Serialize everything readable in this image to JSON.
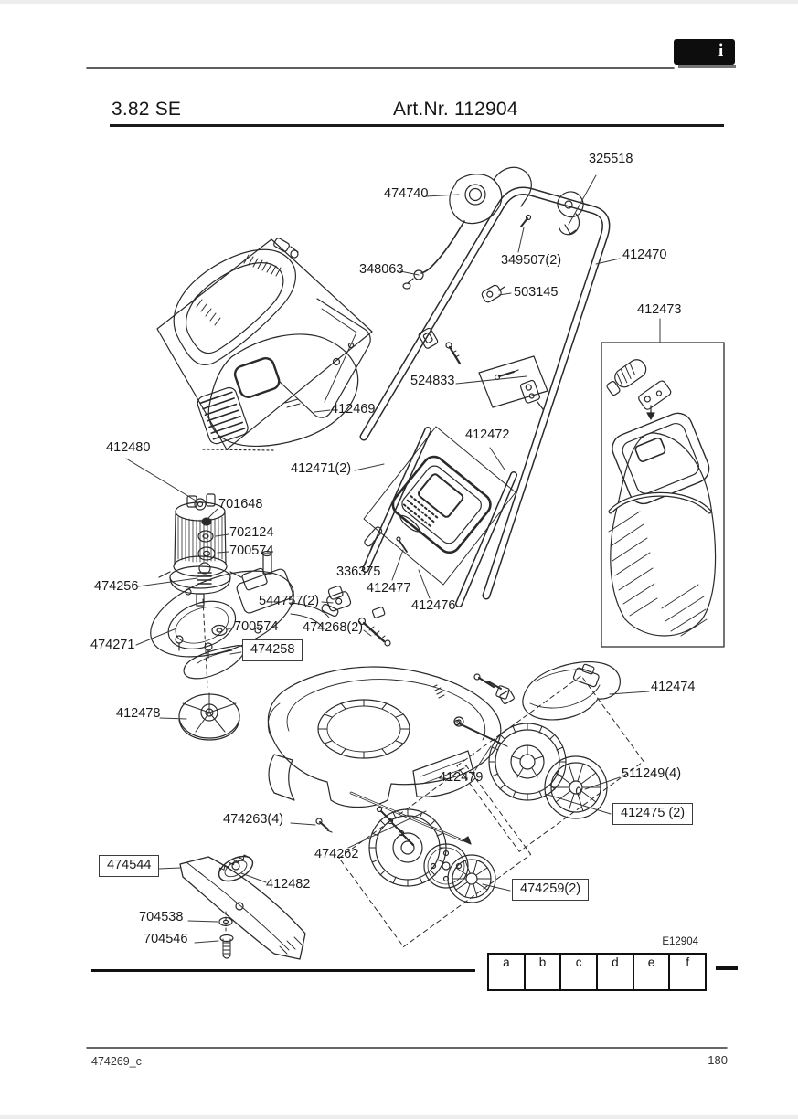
{
  "header": {
    "model": "3.82 SE",
    "art_nr": "Art.Nr. 112904"
  },
  "toolbar_icon": {
    "name": "gears-info-icon",
    "glyph_info": "i"
  },
  "legend": {
    "code": "E12904",
    "cells": [
      "a",
      "b",
      "c",
      "d",
      "e",
      "f"
    ]
  },
  "footer": {
    "document_code": "474269_c",
    "page_number": "180"
  },
  "diagram": {
    "labels": [
      {
        "id": "325518",
        "text": "325518",
        "boxed": false
      },
      {
        "id": "474740",
        "text": "474740",
        "boxed": false
      },
      {
        "id": "348063",
        "text": "348063",
        "boxed": false
      },
      {
        "id": "349507",
        "text": "349507(2)",
        "boxed": false
      },
      {
        "id": "412470",
        "text": "412470",
        "boxed": false
      },
      {
        "id": "503145",
        "text": "503145",
        "boxed": false
      },
      {
        "id": "412473",
        "text": "412473",
        "boxed": false
      },
      {
        "id": "524833",
        "text": "524833",
        "boxed": false
      },
      {
        "id": "412469",
        "text": "412469",
        "boxed": false
      },
      {
        "id": "412480",
        "text": "412480",
        "boxed": false
      },
      {
        "id": "412472",
        "text": "412472",
        "boxed": false
      },
      {
        "id": "412471",
        "text": "412471(2)",
        "boxed": false
      },
      {
        "id": "701648",
        "text": "701648",
        "boxed": false
      },
      {
        "id": "702124",
        "text": "702124",
        "boxed": false
      },
      {
        "id": "700574-a",
        "text": "700574",
        "boxed": false
      },
      {
        "id": "474256",
        "text": "474256",
        "boxed": false
      },
      {
        "id": "336375",
        "text": "336375",
        "boxed": false
      },
      {
        "id": "412477",
        "text": "412477",
        "boxed": false
      },
      {
        "id": "412476",
        "text": "412476",
        "boxed": false
      },
      {
        "id": "544757",
        "text": "544757(2)",
        "boxed": false
      },
      {
        "id": "700574-b",
        "text": "700574",
        "boxed": false
      },
      {
        "id": "474268",
        "text": "474268(2)",
        "boxed": false
      },
      {
        "id": "474271",
        "text": "474271",
        "boxed": false
      },
      {
        "id": "474258",
        "text": "474258",
        "boxed": true
      },
      {
        "id": "412478",
        "text": "412478",
        "boxed": false
      },
      {
        "id": "412474",
        "text": "412474",
        "boxed": false
      },
      {
        "id": "412479",
        "text": "412479",
        "boxed": false
      },
      {
        "id": "511249",
        "text": "511249(4)",
        "boxed": false
      },
      {
        "id": "412475",
        "text": "412475 (2)",
        "boxed": true
      },
      {
        "id": "474263",
        "text": "474263(4)",
        "boxed": false
      },
      {
        "id": "474262",
        "text": "474262",
        "boxed": false
      },
      {
        "id": "474544",
        "text": "474544",
        "boxed": true
      },
      {
        "id": "412482",
        "text": "412482",
        "boxed": false
      },
      {
        "id": "474259",
        "text": "474259(2)",
        "boxed": true
      },
      {
        "id": "704538",
        "text": "704538",
        "boxed": false
      },
      {
        "id": "704546",
        "text": "704546",
        "boxed": false
      }
    ]
  }
}
